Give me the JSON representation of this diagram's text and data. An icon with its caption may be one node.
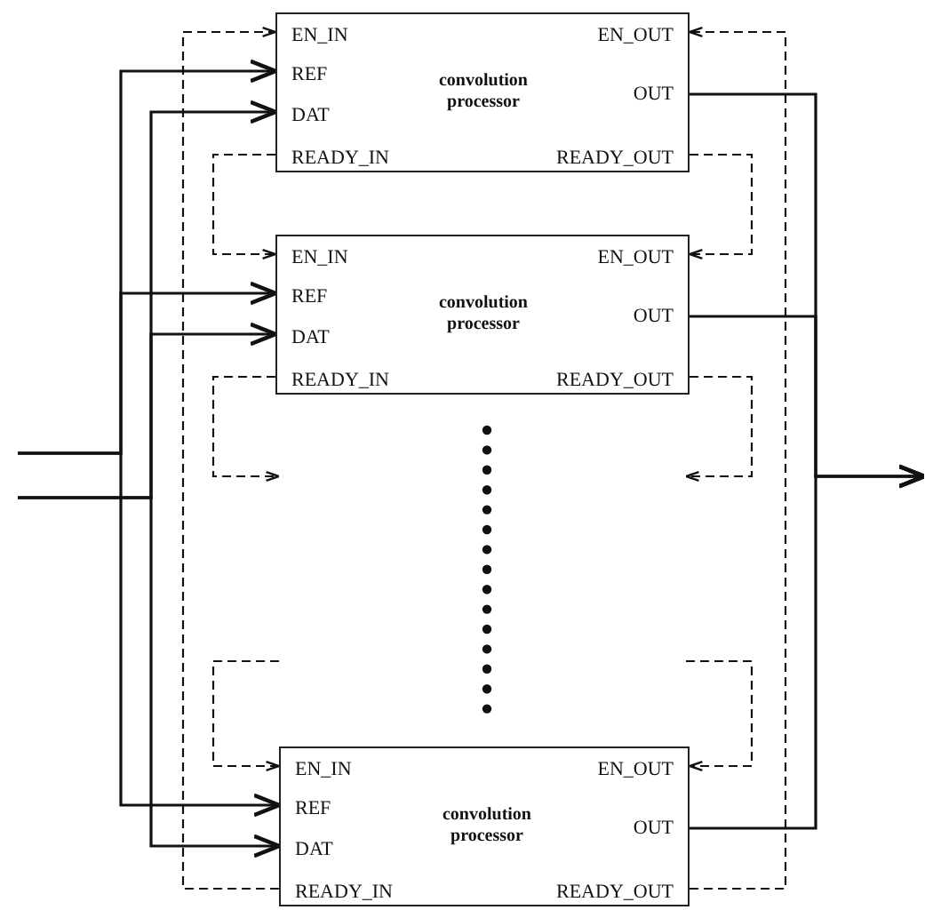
{
  "diagram": {
    "nodes": [
      {
        "text": [
          "EN_IN",
          "EN_OUT",
          "REF",
          "convolution processor",
          "OUT",
          "DAT",
          "READY_IN",
          "READY_OUT"
        ]
      },
      {
        "text": [
          "EN_IN",
          "EN_OUT",
          "REF",
          "convolution processor",
          "OUT",
          "DAT",
          "READY_IN",
          "READY_OUT"
        ]
      },
      {
        "text": [
          "EN_IN",
          "EN_OUT",
          "REF",
          "convolution processor",
          "OUT",
          "DAT",
          "READY_IN",
          "READY_OUT"
        ]
      }
    ],
    "edges": [
      {
        "from": null,
        "to": 0,
        "arrow": "to"
      },
      {
        "from": null,
        "to": 0,
        "arrow": "to"
      },
      {
        "from": null,
        "to": 1,
        "arrow": "to"
      },
      {
        "from": null,
        "to": 1,
        "arrow": "to"
      },
      {
        "from": null,
        "to": 2,
        "arrow": "to"
      },
      {
        "from": null,
        "to": 2,
        "arrow": "to"
      },
      {
        "from": 0,
        "to": null,
        "arrow": "to"
      },
      {
        "from": 1,
        "to": null,
        "arrow": "to"
      },
      {
        "from": 2,
        "to": null,
        "arrow": "to"
      },
      {
        "from": 0,
        "to": 1,
        "arrow": "to",
        "style": "dashed"
      },
      {
        "from": 0,
        "to": 1,
        "arrow": "to",
        "style": "dashed"
      },
      {
        "from": 1,
        "to": null,
        "arrow": "to",
        "style": "dashed"
      },
      {
        "from": 1,
        "to": null,
        "arrow": "to",
        "style": "dashed"
      },
      {
        "from": null,
        "to": 2,
        "arrow": "to",
        "style": "dashed"
      },
      {
        "from": null,
        "to": 2,
        "arrow": "to",
        "style": "dashed"
      },
      {
        "from": 2,
        "to": 0,
        "arrow": "to",
        "style": "dashed"
      },
      {
        "from": 2,
        "to": 0,
        "arrow": "to",
        "style": "dashed"
      }
    ]
  }
}
